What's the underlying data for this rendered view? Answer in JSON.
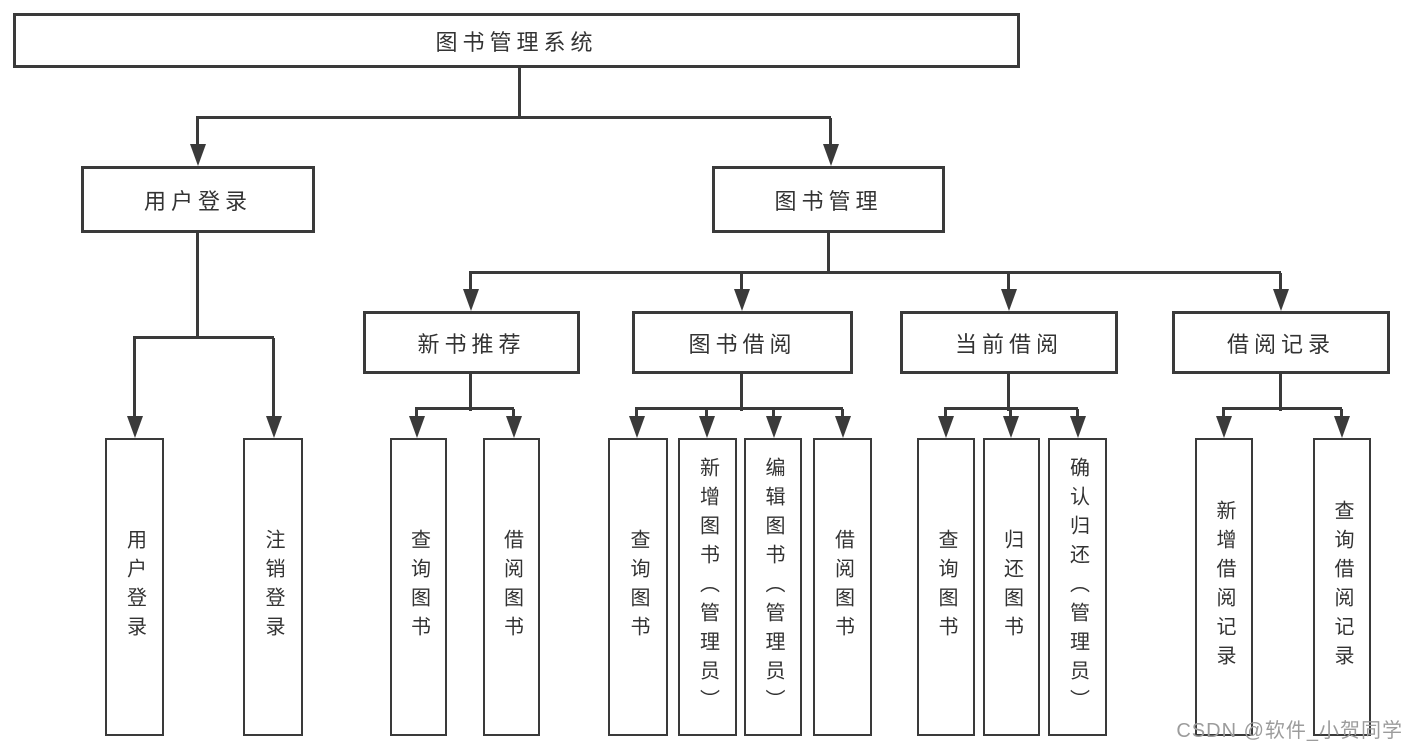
{
  "colors": {
    "line": "#3a3a3a",
    "text": "#333333",
    "background": "#ffffff",
    "watermark": "#9c9c9c"
  },
  "watermark": {
    "text": "CSDN @软件_小贺同学"
  },
  "nodes": {
    "root": "图书管理系统",
    "level2": [
      "用户登录",
      "图书管理"
    ],
    "level3": [
      "新书推荐",
      "图书借阅",
      "当前借阅",
      "借阅记录"
    ],
    "leaves": [
      "用户登录",
      "注销登录",
      "查询图书",
      "借阅图书",
      "查询图书",
      "新增图书（管理员）",
      "编辑图书（管理员）",
      "借阅图书",
      "查询图书",
      "归还图书",
      "确认归还（管理员）",
      "新增借阅记录",
      "查询借阅记录"
    ]
  }
}
